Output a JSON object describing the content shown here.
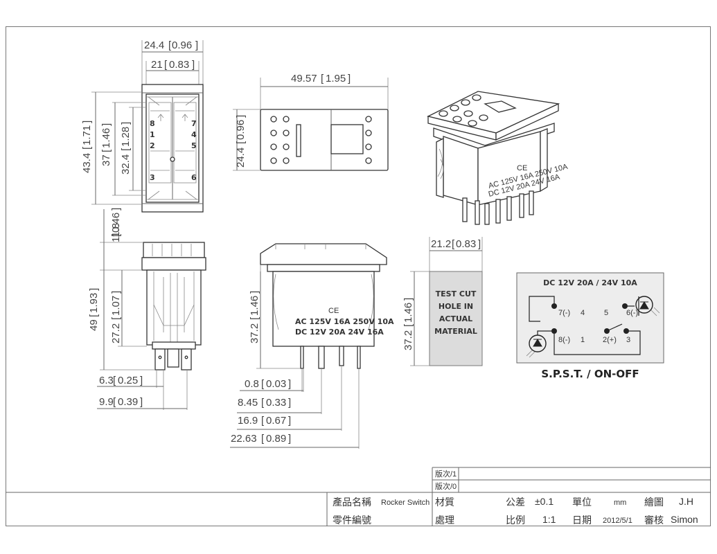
{
  "dimensions": {
    "top_width_outer": [
      "24.4",
      "0.96"
    ],
    "top_width_inner": [
      "21",
      "0.83"
    ],
    "height_434": [
      "43.4",
      "1.71"
    ],
    "height_37": [
      "37",
      "1.46"
    ],
    "height_324": [
      "32.4",
      "1.28"
    ],
    "side_length": [
      "49.57",
      "1.95"
    ],
    "side_width": [
      "24.4",
      "0.96"
    ],
    "front_top": [
      "11.8",
      "0.46"
    ],
    "front_height": [
      "49",
      "1.93"
    ],
    "front_mid": [
      "27.2",
      "1.07"
    ],
    "front_63": [
      "6.3",
      "0.25"
    ],
    "front_99": [
      "9.9",
      "0.39"
    ],
    "body_height": [
      "37.2",
      "1.46"
    ],
    "pin_08": [
      "0.8",
      "0.03"
    ],
    "pin_845": [
      "8.45",
      "0.33"
    ],
    "pin_169": [
      "16.9",
      "0.67"
    ],
    "pin_2263": [
      "22.63",
      "0.89"
    ],
    "cutout_width": [
      "21.2",
      "0.83"
    ],
    "cutout_height": [
      "37.2",
      "1.46"
    ]
  },
  "switch_labels": {
    "pin_8": "8",
    "pin_7": "7",
    "pin_1": "1",
    "pin_4": "4",
    "pin_2": "2",
    "pin_5": "5",
    "pin_3": "3",
    "pin_6": "6"
  },
  "body_markings": {
    "ce": "CE",
    "ac_rating": "AC 125V 16A 250V 10A",
    "dc_rating": "DC  12V 20A  24V 16A"
  },
  "cutout_text": [
    "TEST CUT",
    "HOLE IN",
    "ACTUAL",
    "MATERIAL"
  ],
  "schematic": {
    "rating": "DC  12V  20A  /  24V  10A",
    "pin_7": "7(-)",
    "pin_4": "4",
    "pin_5": "5",
    "pin_6": "6(-)",
    "pin_8": "8(-)",
    "pin_1": "1",
    "pin_2": "2(+)",
    "pin_3": "3",
    "caption": "S.P.S.T. / ON-OFF"
  },
  "title_block": {
    "rev1": "版次/1",
    "rev0": "版次/0",
    "product_name_label": "產品名稱",
    "product_name_value": "Rocker Switch",
    "part_no_label": "零件編號",
    "material_label": "材質",
    "treatment_label": "處理",
    "tolerance_label": "公差",
    "tolerance_value": "±0.1",
    "scale_label": "比例",
    "scale_value": "1:1",
    "unit_label": "單位",
    "unit_value": "mm",
    "date_label": "日期",
    "date_value": "2012/5/1",
    "drawn_label": "繪圖",
    "drawn_value": "J.H",
    "check_label": "審核",
    "check_value": "Simon"
  }
}
